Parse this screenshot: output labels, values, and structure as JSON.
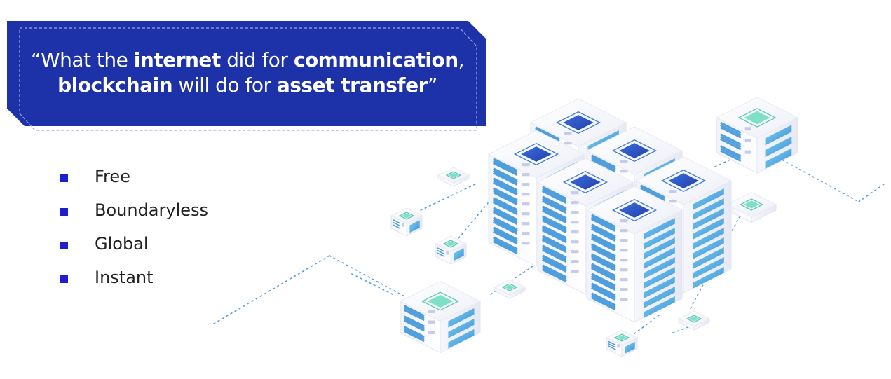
{
  "quote": {
    "open": "“What the ",
    "w1": "internet",
    "t2": " did for ",
    "w2": "communication",
    "t3": ",",
    "w3": "blockchain",
    "t4": " will do for ",
    "w4": "asset transfer",
    "close": "”"
  },
  "bullets": [
    "Free",
    "Boundaryless",
    "Global",
    "Instant"
  ],
  "colors": {
    "banner": "#1d32a8",
    "bullet": "#1c1ecf",
    "screen": "#4aa6e0",
    "chip": "#2f52c4"
  }
}
